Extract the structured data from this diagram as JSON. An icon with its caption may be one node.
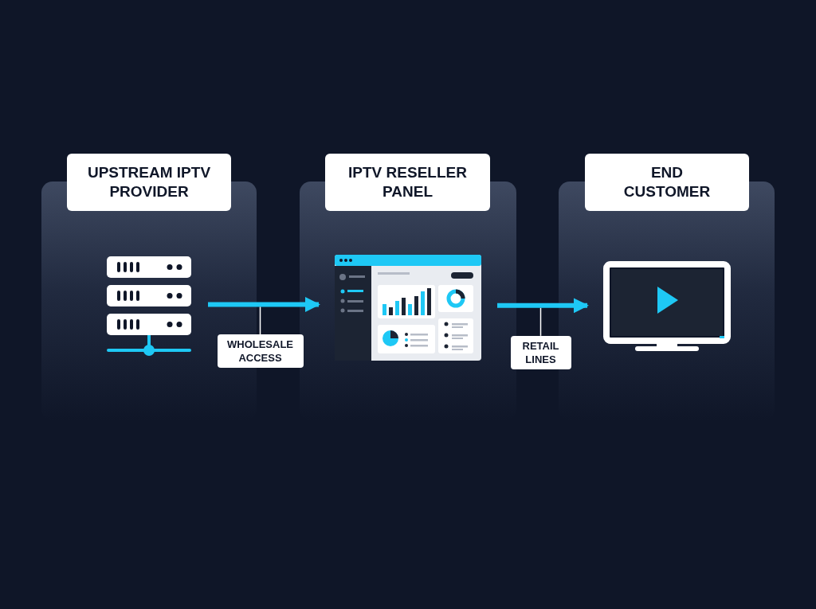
{
  "diagram": {
    "nodes": [
      {
        "text": [
          "UPSTREAM IPTV PROVIDER"
        ]
      },
      {
        "text": [],
        "shape": "server",
        "in": 0
      },
      {
        "text": [
          "IPTV RESELLER PANEL"
        ]
      },
      {
        "text": [],
        "shape": "dashboard",
        "in": 2
      },
      {
        "text": [
          "END CUSTOMER"
        ]
      },
      {
        "text": [],
        "shape": "monitor",
        "in": 4
      }
    ],
    "edges": [
      {
        "from": 1,
        "to": 3,
        "arrow": "to",
        "label": "WHOLESALE ACCESS"
      },
      {
        "from": 3,
        "to": 5,
        "arrow": "to",
        "label": "RETAIL LINES"
      }
    ]
  }
}
